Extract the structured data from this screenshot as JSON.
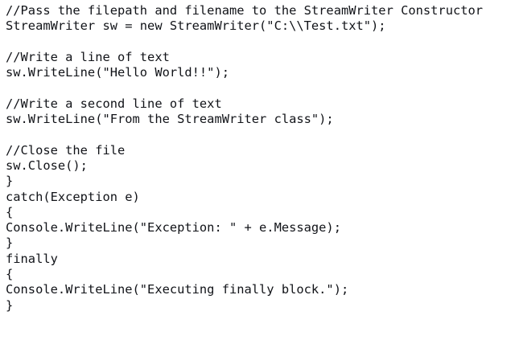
{
  "document": {
    "kind": "code-snippet",
    "language": "csharp",
    "background_color": "#ffffff",
    "text_color": "#111318",
    "lines": [
      "//Pass the filepath and filename to the StreamWriter Constructor",
      "StreamWriter sw = new StreamWriter(\"C:\\\\Test.txt\");",
      "",
      "//Write a line of text",
      "sw.WriteLine(\"Hello World!!\");",
      "",
      "//Write a second line of text",
      "sw.WriteLine(\"From the StreamWriter class\");",
      "",
      "//Close the file",
      "sw.Close();",
      "}",
      "catch(Exception e)",
      "{",
      "Console.WriteLine(\"Exception: \" + e.Message);",
      "}",
      "finally",
      "{",
      "Console.WriteLine(\"Executing finally block.\");",
      "}"
    ]
  }
}
